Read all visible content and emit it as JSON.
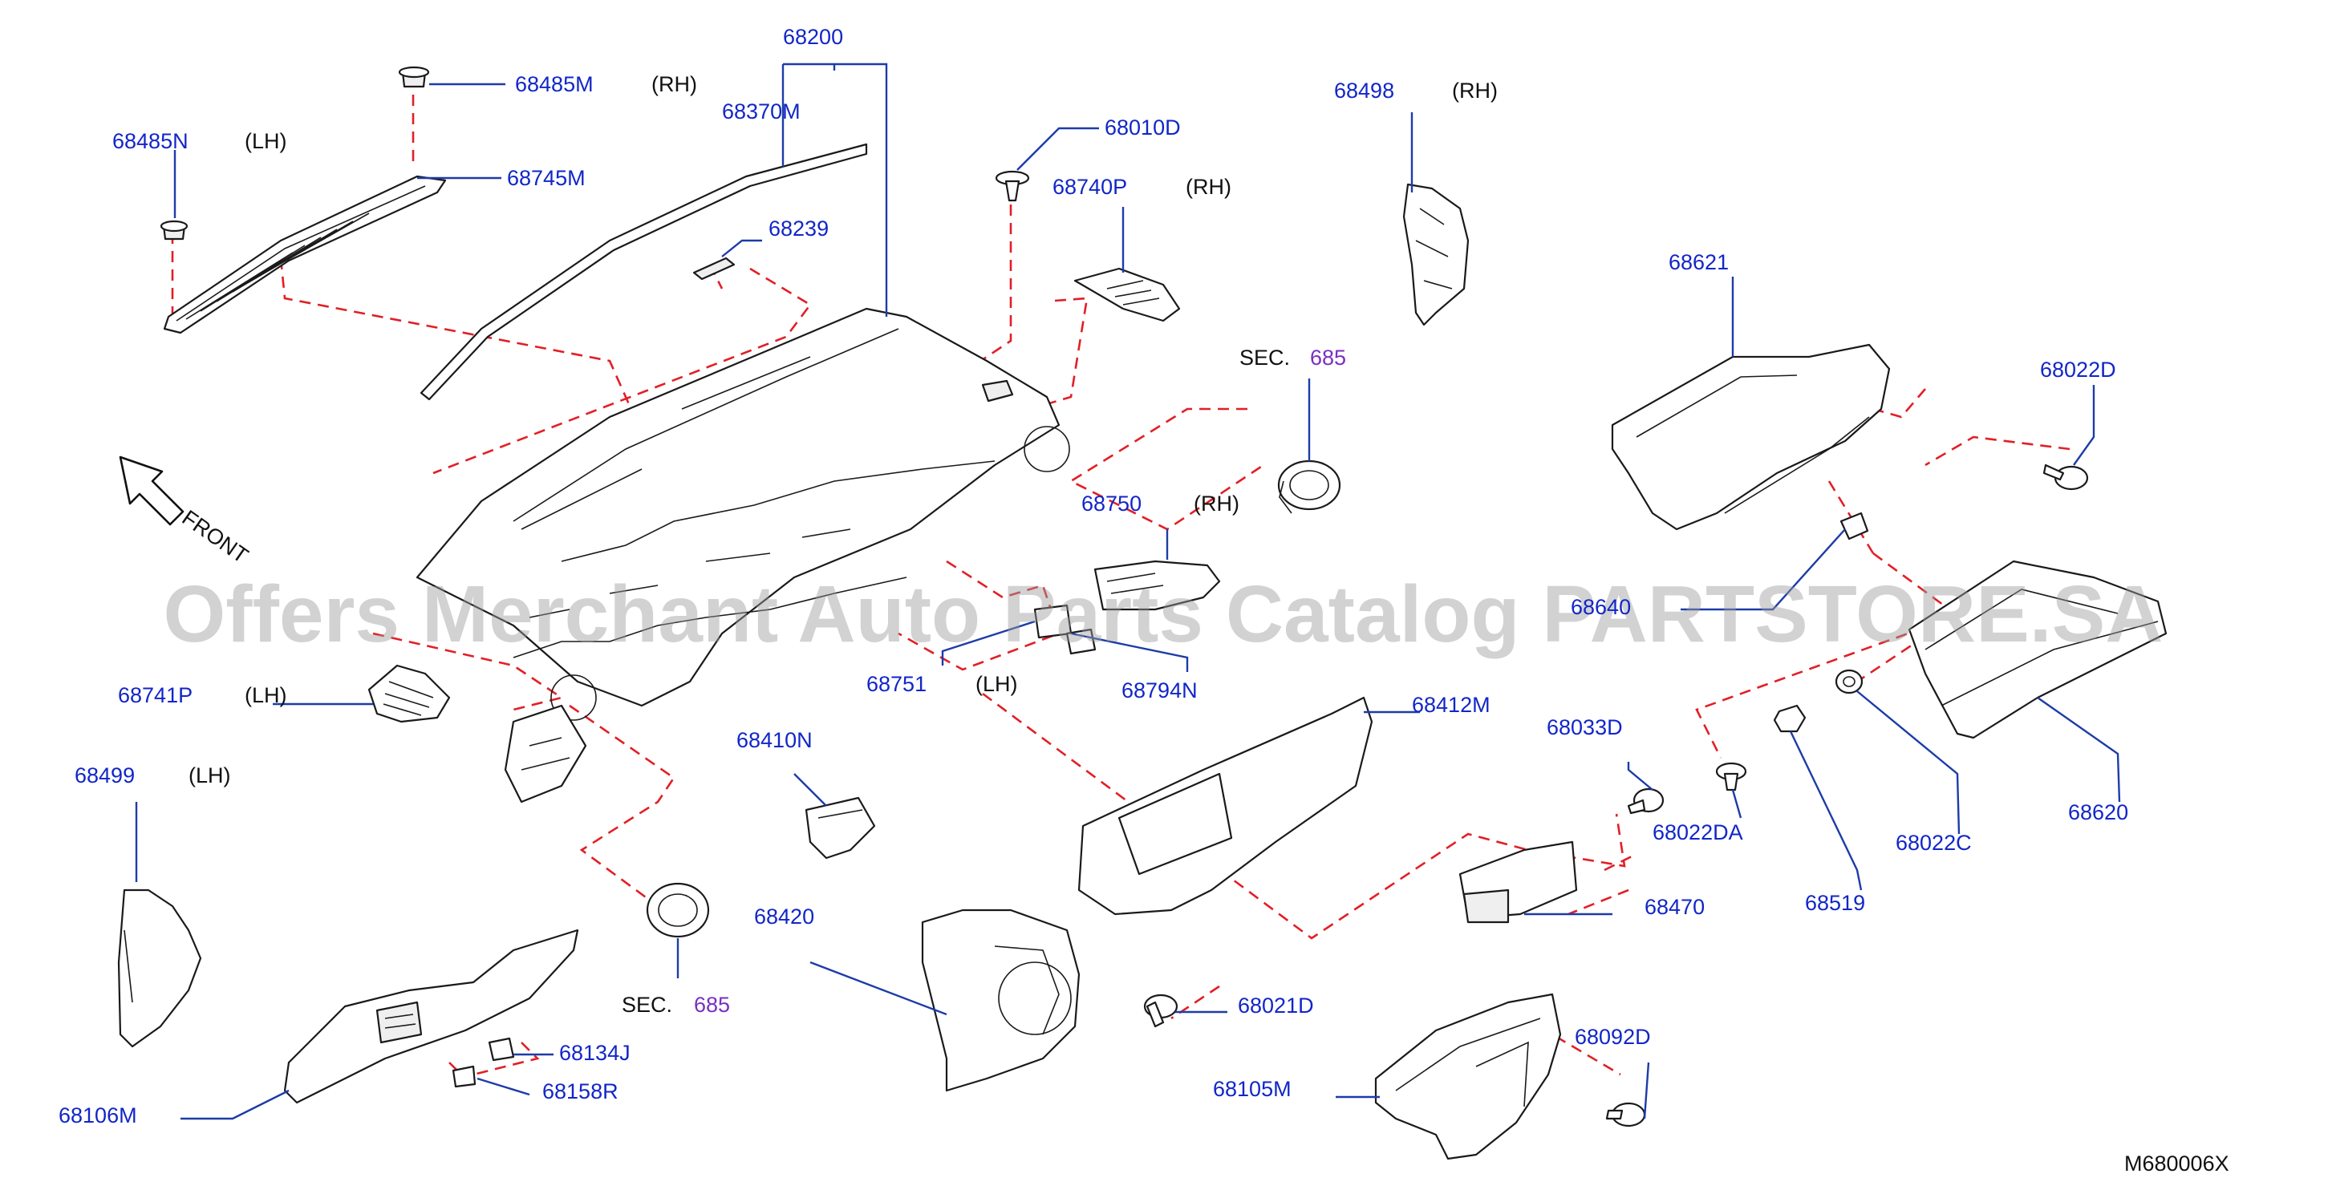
{
  "colors": {
    "part_number": "#1226c8",
    "annotation": "#111111",
    "section_number": "#7a2fc0",
    "leader": "#1d3ca8",
    "dashed_line": "#e21f26",
    "watermark": "#9b9b9b"
  },
  "watermark": "Offers Merchant Auto Parts Catalog PARTSTORE.SA",
  "direction": {
    "label": "FRONT",
    "icon": "front-arrow-icon"
  },
  "figure_code": "M680006X",
  "sections": [
    {
      "prefix": "SEC.",
      "number": "685"
    },
    {
      "prefix": "SEC.",
      "number": "685"
    }
  ],
  "annotations": {
    "rh": "(RH)",
    "lh": "(LH)"
  },
  "parts": {
    "p68200": "68200",
    "p68370M": "68370M",
    "p68485M": "68485M",
    "p68485N": "68485N",
    "p68745M": "68745M",
    "p68239": "68239",
    "p68010D": "68010D",
    "p68740P": "68740P",
    "p68498": "68498",
    "p68621": "68621",
    "p68022D": "68022D",
    "p68750": "68750",
    "p68751": "68751",
    "p68794N": "68794N",
    "p68741P": "68741P",
    "p68499": "68499",
    "p68410N": "68410N",
    "p68412M": "68412M",
    "p68033D": "68033D",
    "p68022DA": "68022DA",
    "p68519": "68519",
    "p68022C": "68022C",
    "p68620": "68620",
    "p68470": "68470",
    "p68420": "68420",
    "p68021D": "68021D",
    "p68092D": "68092D",
    "p68105M": "68105M",
    "p68134J": "68134J",
    "p68158R": "68158R",
    "p68106M": "68106M",
    "p68640": "68640"
  }
}
